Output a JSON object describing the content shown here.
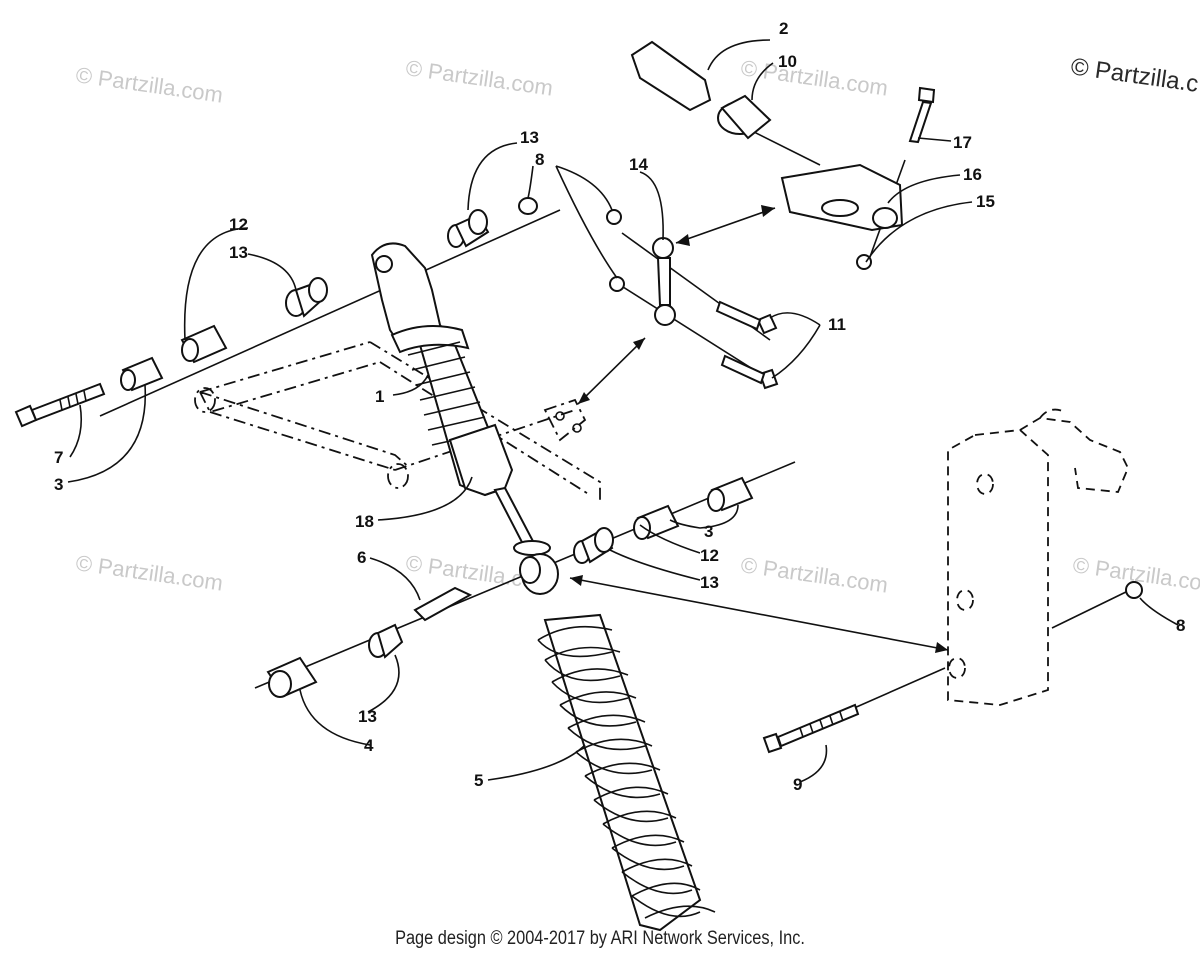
{
  "watermarks": {
    "primary": "© Partzilla.c",
    "repeated": "© Partzilla.com"
  },
  "footer": {
    "text": "Page design © 2004-2017 by ARI Network Services, Inc."
  },
  "callouts": {
    "c1": "1",
    "c2": "2",
    "c3a": "3",
    "c3b": "3",
    "c4": "4",
    "c5": "5",
    "c6": "6",
    "c7": "7",
    "c8a": "8",
    "c8b": "8",
    "c9": "9",
    "c10": "10",
    "c11": "11",
    "c12a": "12",
    "c12b": "12",
    "c13a": "13",
    "c13b": "13",
    "c13c": "13",
    "c13d": "13",
    "c14": "14",
    "c15": "15",
    "c16": "16",
    "c17": "17",
    "c18": "18"
  }
}
